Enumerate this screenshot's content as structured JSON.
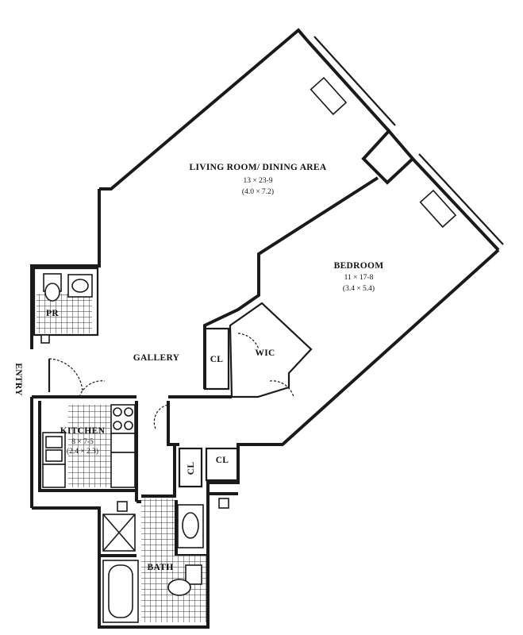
{
  "rooms": {
    "living": {
      "name": "LIVING ROOM/ DINING AREA",
      "dim_ft": "13 × 23-9",
      "dim_m": "(4.0 × 7.2)"
    },
    "bedroom": {
      "name": "BEDROOM",
      "dim_ft": "11 × 17-8",
      "dim_m": "(3.4 × 5.4)"
    },
    "kitchen": {
      "name": "KITCHEN",
      "dim_ft": "8 × 7-5",
      "dim_m": "(2.4 × 2.3)"
    },
    "gallery": {
      "name": "GALLERY"
    },
    "wic": {
      "name": "WIC"
    },
    "powder_room": {
      "name": "PR"
    },
    "bath": {
      "name": "BATH"
    },
    "closet_gallery": {
      "name": "CL"
    },
    "closet_hall_1": {
      "name": "CL"
    },
    "closet_hall_2": {
      "name": "CL"
    }
  },
  "entry": {
    "label": "ENTRY"
  }
}
